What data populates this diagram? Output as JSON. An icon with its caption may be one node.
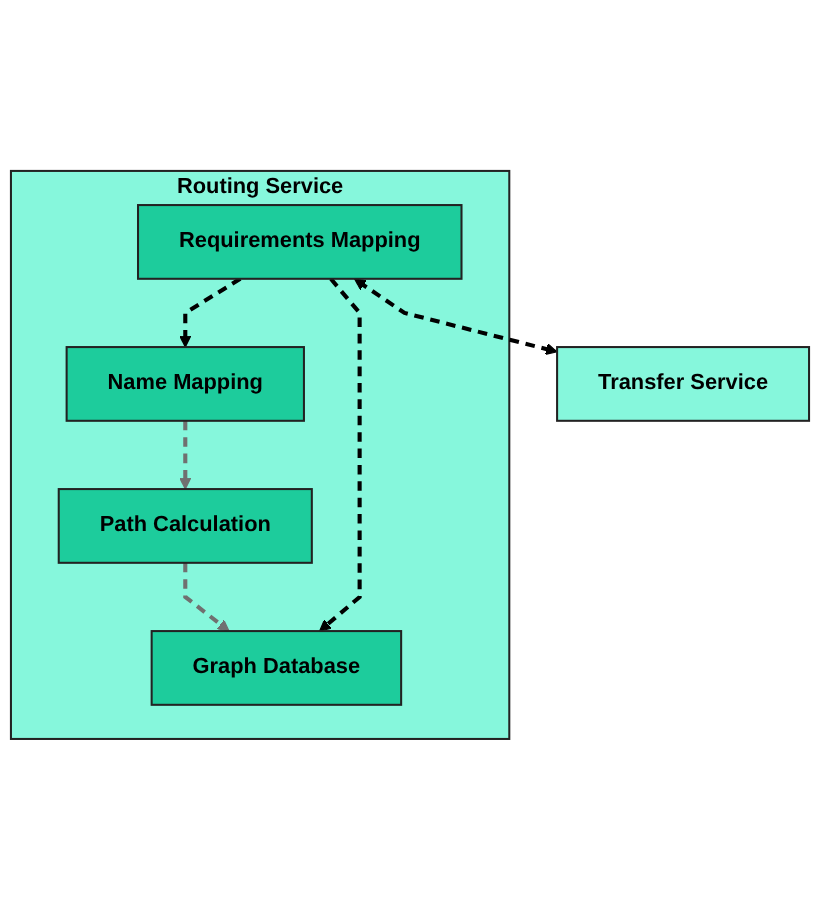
{
  "diagram": {
    "nodes": [
      {
        "text": [
          "Routing Service"
        ]
      },
      {
        "text": [
          "Path Calculation"
        ],
        "in": 0
      },
      {
        "text": [
          "Graph Database"
        ],
        "in": 0
      },
      {
        "text": [
          "Name Mapping"
        ],
        "in": 0
      },
      {
        "text": [
          "Requirements Mapping"
        ],
        "in": 0
      },
      {
        "text": [
          "Transfer Service"
        ]
      }
    ],
    "edges": [
      {
        "from": 1,
        "to": 2,
        "arrow": "to",
        "style": "dashed",
        "color": "#707070"
      },
      {
        "from": 3,
        "to": 1,
        "arrow": "to",
        "style": "dashed",
        "color": "#707070"
      },
      {
        "from": 4,
        "to": 2,
        "arrow": "to",
        "style": "dashed"
      },
      {
        "from": 4,
        "to": 3,
        "arrow": "to",
        "style": "dashed"
      },
      {
        "from": 4,
        "to": 5,
        "arrow": "both",
        "style": "dashed"
      }
    ]
  }
}
